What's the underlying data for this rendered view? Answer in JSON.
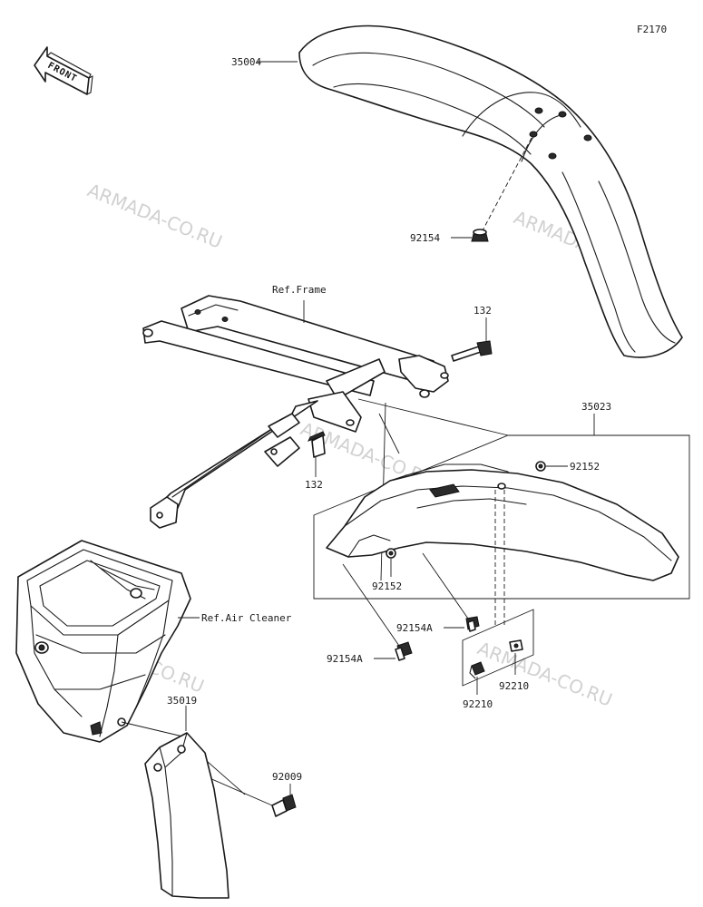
{
  "figure_code": "F2170",
  "front_badge": "FRONT",
  "watermark": "ARMADA-CO.RU",
  "labels": {
    "front_fender": "35004",
    "front_fender_bolt": "92154",
    "frame_ref": "Ref.Frame",
    "bolt_top": "132",
    "bolt_mid": "132",
    "rear_fender": "35023",
    "collar_right": "92152",
    "collar_left": "92152",
    "bolt_a_right": "92154A",
    "bolt_a_left": "92154A",
    "nut_left": "92210",
    "nut_right": "92210",
    "air_cleaner_ref": "Ref.Air Cleaner",
    "flap": "35019",
    "flap_screw": "92009"
  }
}
